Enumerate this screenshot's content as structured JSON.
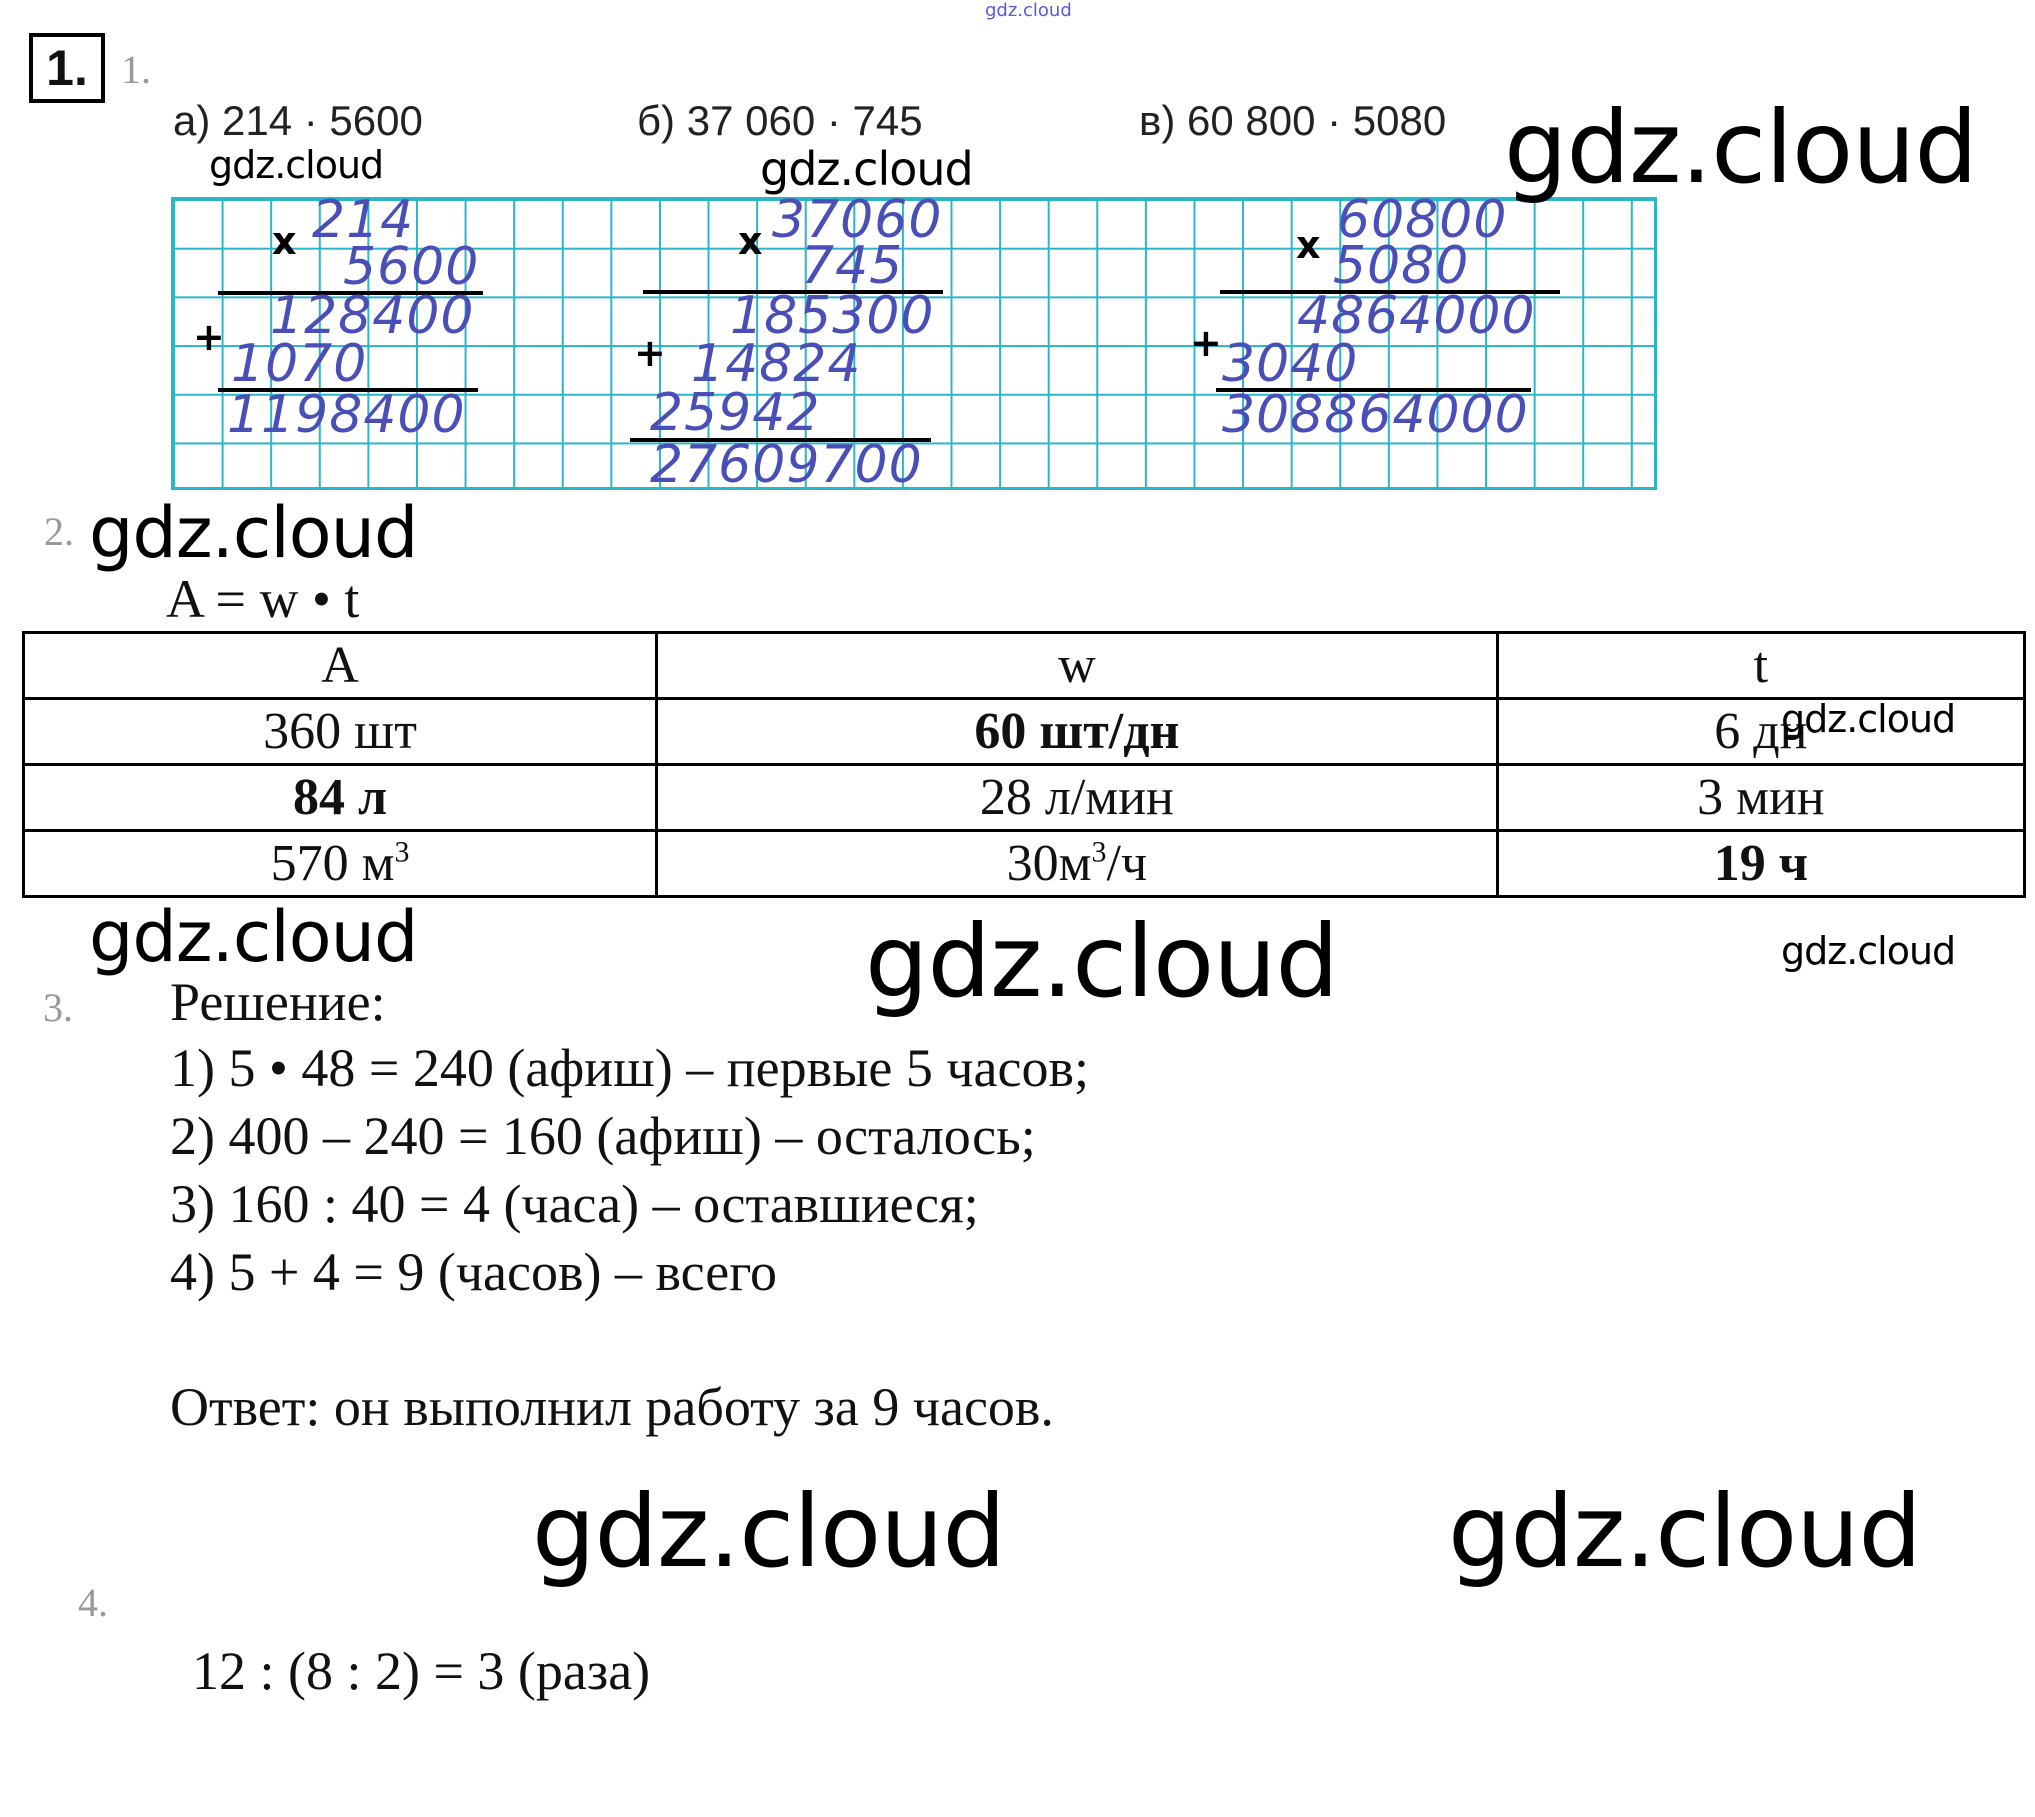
{
  "header": {
    "watermark_small": "gdz.cloud"
  },
  "task1": {
    "number_box": "1.",
    "number": "1.",
    "parts": [
      {
        "label": "а) 214 · 5600",
        "factor1": "214",
        "factor2": "5600",
        "partial1": "128400",
        "partial2": "1070",
        "result": "1198400"
      },
      {
        "label": "б) 37 060 · 745",
        "factor1": "37060",
        "factor2": "745",
        "partial1": "185300",
        "partial2": "14824",
        "partial3": "25942",
        "result": "27609700"
      },
      {
        "label": "в) 60 800 · 5080",
        "factor1": "60800",
        "factor2": "5080",
        "partial1": "4864000",
        "partial2": "3040",
        "result": "308864000"
      }
    ],
    "times_sign": "x",
    "plus_sign": "+"
  },
  "task2": {
    "number": "2.",
    "formula": "A = w • t",
    "headers": [
      "A",
      "w",
      "t"
    ],
    "rows": [
      [
        "360 шт",
        "60 шт/дн",
        "6 дн"
      ],
      [
        "84 л",
        "28 л/мин",
        "3 мин"
      ],
      [
        "570 м",
        "30м",
        "19 ч"
      ]
    ],
    "row3_units": {
      "a_sup": "3",
      "w_sup": "3",
      "w_suffix": "/ч"
    }
  },
  "task3": {
    "number": "3.",
    "heading": "Решение:",
    "steps": [
      "1)  5 • 48 = 240 (афиш) – первые 5 часов;",
      "2)  400 – 240 = 160 (афиш) – осталось;",
      "3)  160 : 40 = 4 (часа) – оставшиеся;",
      "4)  5 + 4 = 9 (часов) – всего"
    ],
    "answer": "Ответ: он выполнил работу за 9 часов."
  },
  "task4": {
    "number": "4.",
    "expression": "12 : (8 : 2) = 3 (раза)"
  },
  "watermark": "gdz.cloud"
}
